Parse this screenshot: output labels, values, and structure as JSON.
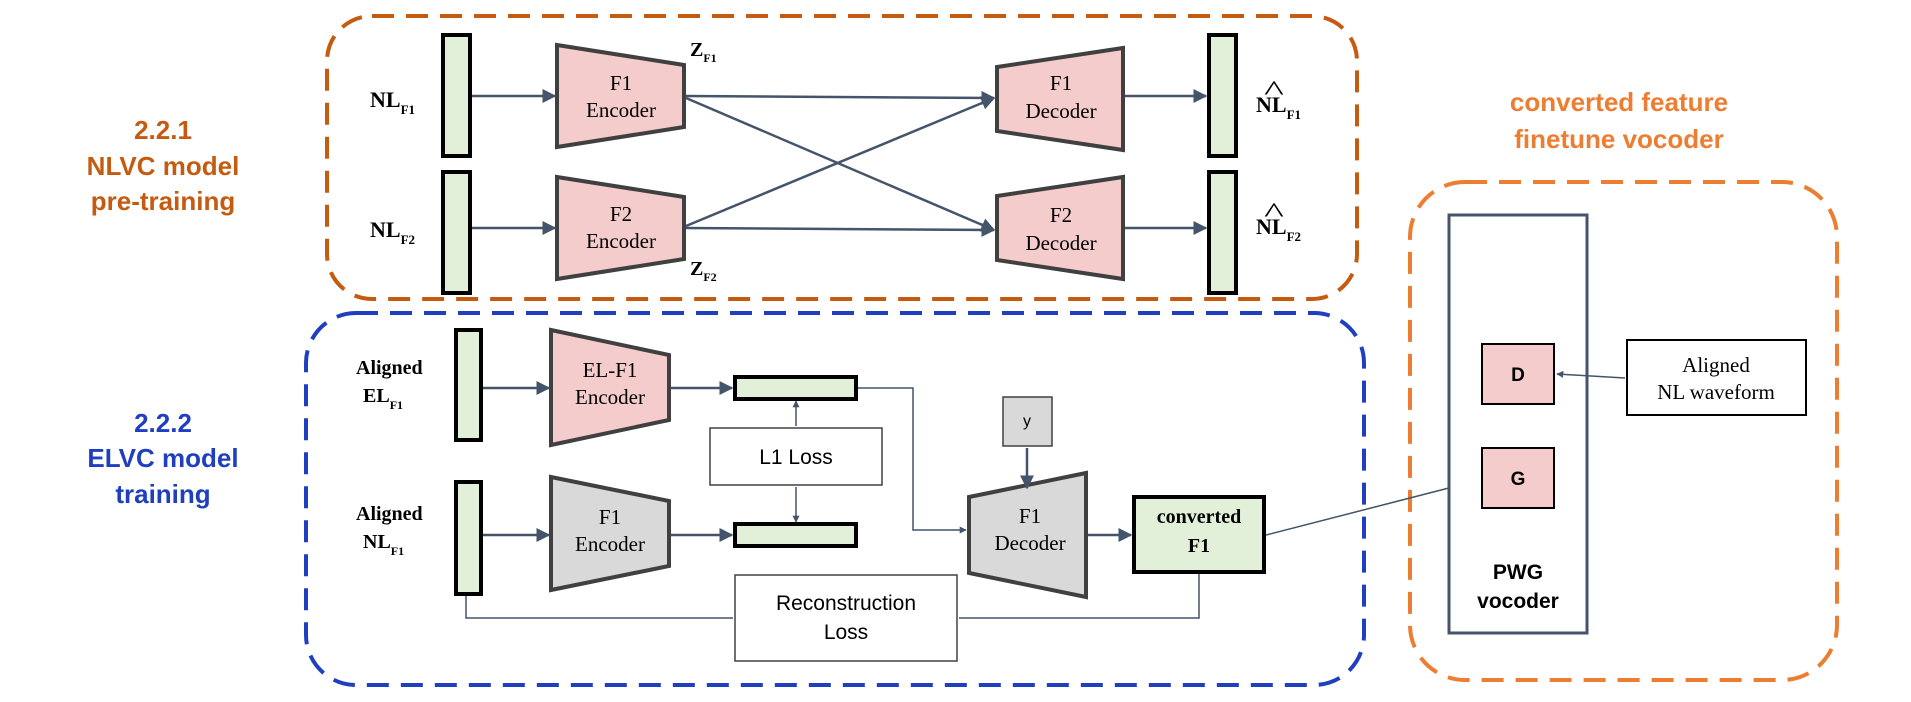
{
  "colors": {
    "pretrain_orange": "#c55a11",
    "finetune_orange": "#ed7d31",
    "training_blue": "#1f3fc0",
    "encoder_pink": "#f4cccc",
    "feature_green": "#e2f0d9",
    "gray_block": "#d9d9d9",
    "arrow": "#44546a"
  },
  "sections": {
    "pretrain": {
      "number": "2.2.1",
      "line1": "NLVC model",
      "line2": "pre-training"
    },
    "training": {
      "number": "2.2.2",
      "line1": "ELVC model",
      "line2": "training"
    },
    "finetune": {
      "line1": "converted feature",
      "line2": "finetune vocoder"
    }
  },
  "pretrain": {
    "input1": {
      "base": "NL",
      "sub": "F1"
    },
    "input2": {
      "base": "NL",
      "sub": "F2"
    },
    "encoder1": {
      "line1": "F1",
      "line2": "Encoder"
    },
    "encoder2": {
      "line1": "F2",
      "line2": "Encoder"
    },
    "latent1": {
      "base": "Z",
      "sub": "F1"
    },
    "latent2": {
      "base": "Z",
      "sub": "F2"
    },
    "decoder1": {
      "line1": "F1",
      "line2": "Decoder"
    },
    "decoder2": {
      "line1": "F2",
      "line2": "Decoder"
    },
    "output1": {
      "base": "NL",
      "hat": "^",
      "sub": "F1"
    },
    "output2": {
      "base": "NL",
      "hat": "^",
      "sub": "F2"
    }
  },
  "training": {
    "input_el": {
      "line1": "Aligned",
      "base": "EL",
      "sub": "F1"
    },
    "input_nl": {
      "line1": "Aligned",
      "base": "NL",
      "sub": "F1"
    },
    "el_encoder": {
      "line1": "EL-F1",
      "line2": "Encoder"
    },
    "f1_encoder": {
      "line1": "F1",
      "line2": "Encoder"
    },
    "l1_loss": "L1 Loss",
    "y_label": "y",
    "decoder": {
      "line1": "F1",
      "line2": "Decoder"
    },
    "converted": {
      "line1": "converted",
      "line2": "F1"
    },
    "recon_loss": {
      "line1": "Reconstruction",
      "line2": "Loss"
    }
  },
  "vocoder": {
    "d_label": "D",
    "g_label": "G",
    "aligned_waveform": {
      "line1": "Aligned",
      "line2": "NL waveform"
    },
    "name": {
      "line1": "PWG",
      "line2": "vocoder"
    }
  }
}
